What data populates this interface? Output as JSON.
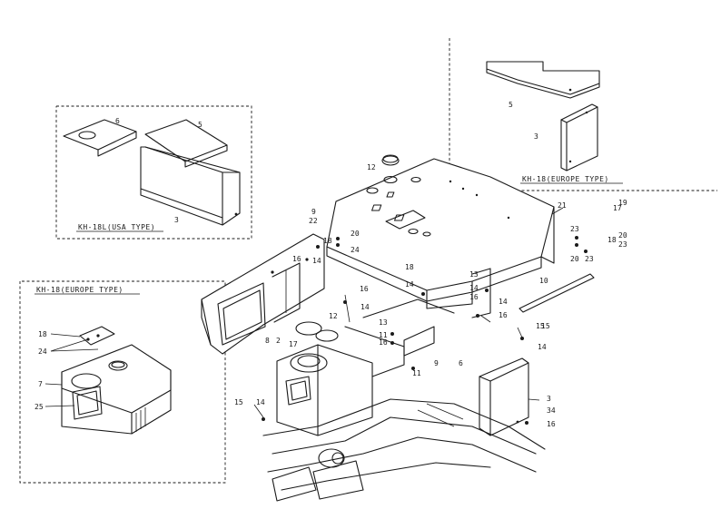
{
  "titles": {
    "usa": "KH-18L(USA TYPE)",
    "europe_top": "KH-18(EUROPE TYPE)",
    "europe_left": "KH-18(EUROPE TYPE)"
  },
  "callouts": {
    "usa": [
      {
        "id": "usa-6",
        "text": "6"
      },
      {
        "id": "usa-5",
        "text": "5"
      },
      {
        "id": "usa-3",
        "text": "3"
      }
    ],
    "europe_top": [
      {
        "id": "eut-5",
        "text": "5"
      },
      {
        "id": "eut-3",
        "text": "3"
      }
    ],
    "europe_left": [
      {
        "id": "eul-18",
        "text": "18"
      },
      {
        "id": "eul-24",
        "text": "24"
      },
      {
        "id": "eul-7",
        "text": "7"
      },
      {
        "id": "eul-25",
        "text": "25"
      }
    ],
    "main": [
      {
        "id": "m-12a",
        "text": "12"
      },
      {
        "id": "m-9",
        "text": "9"
      },
      {
        "id": "m-22",
        "text": "22"
      },
      {
        "id": "m-18a",
        "text": "18"
      },
      {
        "id": "m-14a",
        "text": "14"
      },
      {
        "id": "m-20a",
        "text": "20"
      },
      {
        "id": "m-24a",
        "text": "24"
      },
      {
        "id": "m-16a",
        "text": "16"
      },
      {
        "id": "m-21",
        "text": "21"
      },
      {
        "id": "m-23a",
        "text": "23"
      },
      {
        "id": "m-20b",
        "text": "20"
      },
      {
        "id": "m-23b",
        "text": "23"
      },
      {
        "id": "m-17a",
        "text": "17"
      },
      {
        "id": "m-18b",
        "text": "18"
      },
      {
        "id": "m-19a",
        "text": "19"
      },
      {
        "id": "m-20c",
        "text": "20"
      },
      {
        "id": "m-23c",
        "text": "23"
      },
      {
        "id": "m-10",
        "text": "10"
      },
      {
        "id": "m-13a",
        "text": "13"
      },
      {
        "id": "m-14b",
        "text": "14"
      },
      {
        "id": "m-16b",
        "text": "16"
      },
      {
        "id": "m-14c",
        "text": "14"
      },
      {
        "id": "m-16c",
        "text": "16"
      },
      {
        "id": "m-15a",
        "text": "15"
      },
      {
        "id": "m-18c",
        "text": "18"
      },
      {
        "id": "m-14d",
        "text": "14"
      },
      {
        "id": "m-16d",
        "text": "16"
      },
      {
        "id": "m-8",
        "text": "8"
      },
      {
        "id": "m-12b",
        "text": "12"
      },
      {
        "id": "m-14e",
        "text": "14"
      },
      {
        "id": "m-2",
        "text": "2"
      },
      {
        "id": "m-17b",
        "text": "17"
      },
      {
        "id": "m-13b",
        "text": "13"
      },
      {
        "id": "m-11a",
        "text": "11"
      },
      {
        "id": "m-16e",
        "text": "16"
      },
      {
        "id": "m-9b",
        "text": "9"
      },
      {
        "id": "m-11b",
        "text": "11"
      },
      {
        "id": "m-6",
        "text": "6"
      },
      {
        "id": "m-15b",
        "text": "15"
      },
      {
        "id": "m-14f",
        "text": "14"
      },
      {
        "id": "m-15c",
        "text": "15"
      },
      {
        "id": "m-14g",
        "text": "14"
      },
      {
        "id": "m-3",
        "text": "3"
      },
      {
        "id": "m-34",
        "text": "34"
      },
      {
        "id": "m-16f",
        "text": "16"
      }
    ]
  }
}
